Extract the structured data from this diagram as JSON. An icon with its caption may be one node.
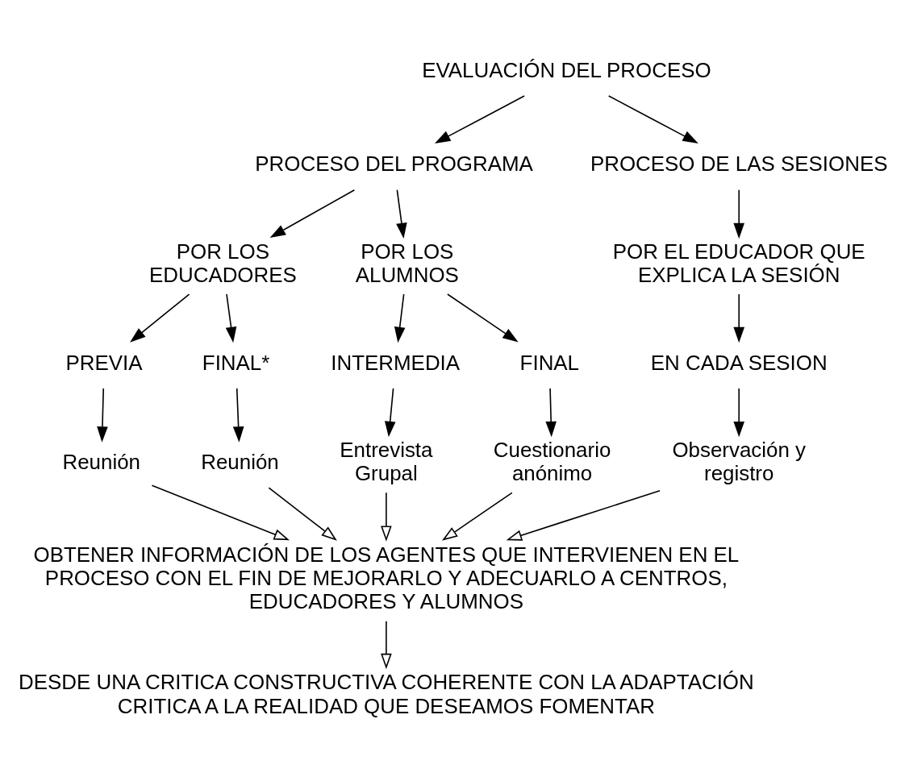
{
  "diagram": {
    "nodes": [
      {
        "text": [
          "EVALUACIÓN DEL PROCESO"
        ]
      },
      {
        "text": [
          "PROCESO DEL PROGRAMA"
        ]
      },
      {
        "text": [
          "PROCESO DE LAS SESIONES"
        ]
      },
      {
        "text": [
          "POR LOS EDUCADORES"
        ]
      },
      {
        "text": [
          "POR LOS ALUMNOS"
        ]
      },
      {
        "text": [
          "POR EL EDUCADOR QUE EXPLICA LA SESIÓN"
        ]
      },
      {
        "text": [
          "PREVIA"
        ]
      },
      {
        "text": [
          "FINAL*"
        ]
      },
      {
        "text": [
          "INTERMEDIA"
        ]
      },
      {
        "text": [
          "FINAL"
        ]
      },
      {
        "text": [
          "EN CADA SESION"
        ]
      },
      {
        "text": [
          "Reunión"
        ]
      },
      {
        "text": [
          "Reunión"
        ]
      },
      {
        "text": [
          "Entrevista Grupal"
        ]
      },
      {
        "text": [
          "Cuestionario anónimo"
        ]
      },
      {
        "text": [
          "Observación y registro"
        ]
      },
      {
        "text": [
          "OBTENER INFORMACIÓN DE LOS AGENTES QUE INTERVIENEN EN EL PROCESO CON EL FIN DE MEJORARLO Y ADECUARLO A CENTROS, EDUCADORES Y ALUMNOS"
        ]
      },
      {
        "text": [
          "DESDE UNA CRITICA CONSTRUCTIVA COHERENTE CON LA ADAPTACIÓN CRITICA A LA REALIDAD QUE DESEAMOS FOMENTAR"
        ]
      }
    ],
    "edges": [
      {
        "from": 0,
        "to": 1,
        "arrow": "to"
      },
      {
        "from": 0,
        "to": 2,
        "arrow": "to"
      },
      {
        "from": 1,
        "to": 3,
        "arrow": "to"
      },
      {
        "from": 1,
        "to": 4,
        "arrow": "to"
      },
      {
        "from": 2,
        "to": 5,
        "arrow": "to"
      },
      {
        "from": 3,
        "to": 6,
        "arrow": "to"
      },
      {
        "from": 3,
        "to": 7,
        "arrow": "to"
      },
      {
        "from": 4,
        "to": 8,
        "arrow": "to"
      },
      {
        "from": 4,
        "to": 9,
        "arrow": "to"
      },
      {
        "from": 5,
        "to": 10,
        "arrow": "to"
      },
      {
        "from": 6,
        "to": 11,
        "arrow": "to"
      },
      {
        "from": 7,
        "to": 12,
        "arrow": "to"
      },
      {
        "from": 8,
        "to": 13,
        "arrow": "to"
      },
      {
        "from": 9,
        "to": 14,
        "arrow": "to"
      },
      {
        "from": 10,
        "to": 15,
        "arrow": "to"
      },
      {
        "from": 11,
        "to": 16,
        "arrow": "to"
      },
      {
        "from": 12,
        "to": 16,
        "arrow": "to"
      },
      {
        "from": 13,
        "to": 16,
        "arrow": "to"
      },
      {
        "from": 14,
        "to": 16,
        "arrow": "to"
      },
      {
        "from": 15,
        "to": 16,
        "arrow": "to"
      },
      {
        "from": 16,
        "to": 17,
        "arrow": "to"
      }
    ]
  }
}
